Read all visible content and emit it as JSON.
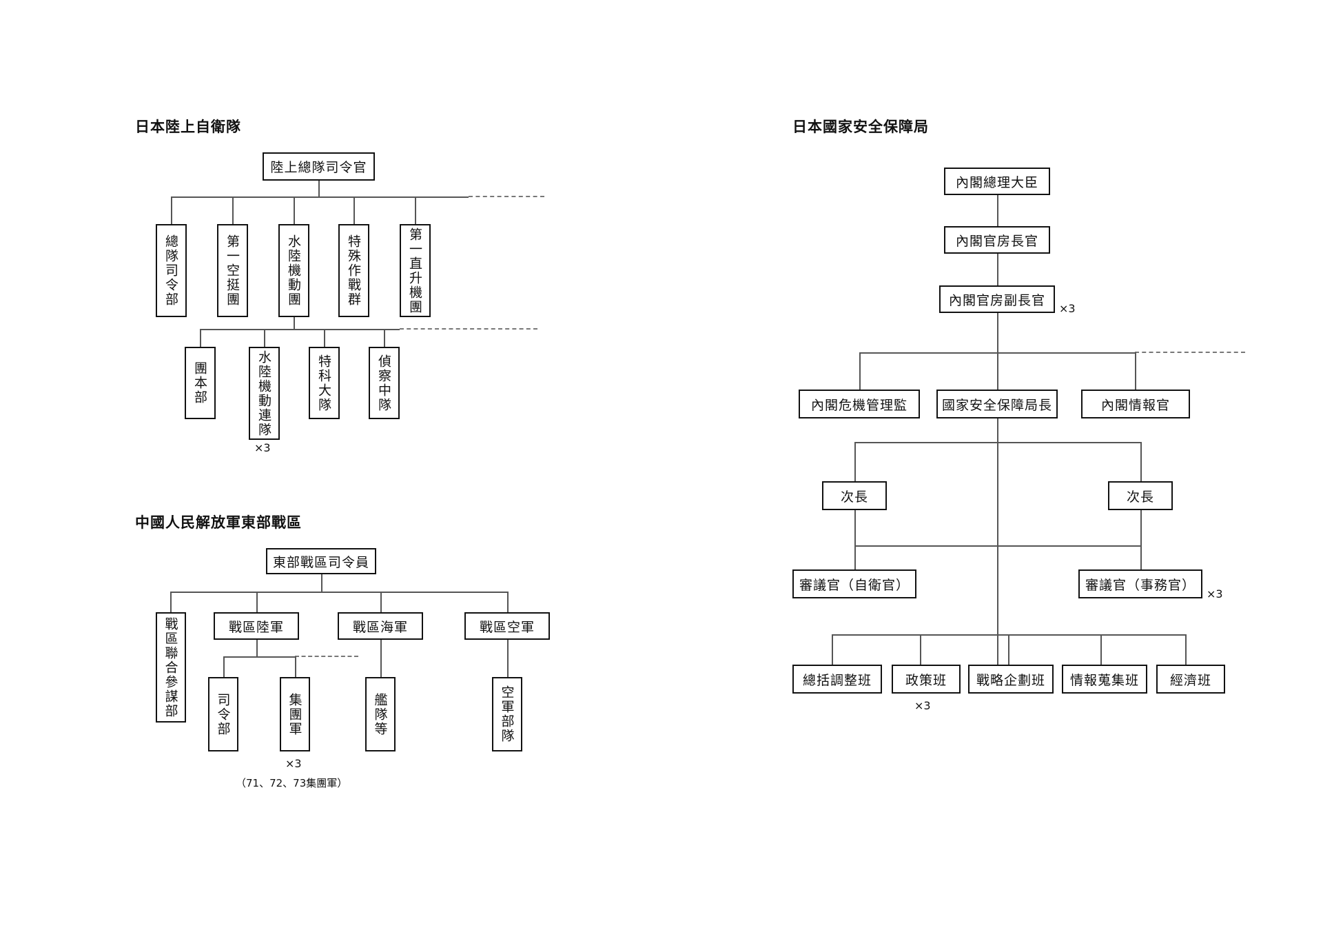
{
  "page": {
    "background": "#ffffff",
    "line_color": "#555555",
    "box_border_color": "#111111"
  },
  "charts": [
    {
      "id": "jgsdf",
      "title": "日本陸上自衛隊",
      "root": {
        "label": "陸上總隊司令官"
      },
      "level2": [
        {
          "label": "總隊司令部"
        },
        {
          "label": "第一空挺團"
        },
        {
          "label": "水陸機動團"
        },
        {
          "label": "特殊作戰群"
        },
        {
          "label": "第一直升機團"
        }
      ],
      "level3": [
        {
          "label": "團本部",
          "mult": ""
        },
        {
          "label": "水陸機動連隊",
          "mult": "×3"
        },
        {
          "label": "特科大隊",
          "mult": ""
        },
        {
          "label": "偵察中隊",
          "mult": ""
        }
      ]
    },
    {
      "id": "pla-eastern",
      "title": "中國人民解放軍東部戰區",
      "root": {
        "label": "東部戰區司令員"
      },
      "level2": [
        {
          "label": "戰區聯合參謀部"
        },
        {
          "label": "戰區陸軍"
        },
        {
          "label": "戰區海軍"
        },
        {
          "label": "戰區空軍"
        }
      ],
      "level3": [
        {
          "label": "司令部",
          "mult": "",
          "note": ""
        },
        {
          "label": "集團軍",
          "mult": "×3",
          "note": "（71、72、73集團軍）"
        },
        {
          "label": "艦隊等",
          "mult": "",
          "note": ""
        },
        {
          "label": "空軍部隊",
          "mult": "",
          "note": ""
        }
      ]
    },
    {
      "id": "nss-japan",
      "title": "日本國家安全保障局",
      "chain": [
        {
          "label": "內閣總理大臣",
          "mult": ""
        },
        {
          "label": "內閣官房長官",
          "mult": ""
        },
        {
          "label": "內閣官房副長官",
          "mult": "×3"
        }
      ],
      "level_directors": [
        {
          "label": "內閣危機管理監"
        },
        {
          "label": "國家安全保障局長"
        },
        {
          "label": "內閣情報官"
        }
      ],
      "level_deputies": [
        {
          "label": "次長"
        },
        {
          "label": "次長"
        }
      ],
      "level_counsellors": [
        {
          "label": "審議官（自衛官）",
          "mult": ""
        },
        {
          "label": "審議官（事務官）",
          "mult": "×3"
        }
      ],
      "level_teams": [
        {
          "label": "總括調整班",
          "mult": ""
        },
        {
          "label": "政策班",
          "mult": "×3"
        },
        {
          "label": "戰略企劃班",
          "mult": ""
        },
        {
          "label": "情報蒐集班",
          "mult": ""
        },
        {
          "label": "經濟班",
          "mult": ""
        }
      ]
    }
  ]
}
